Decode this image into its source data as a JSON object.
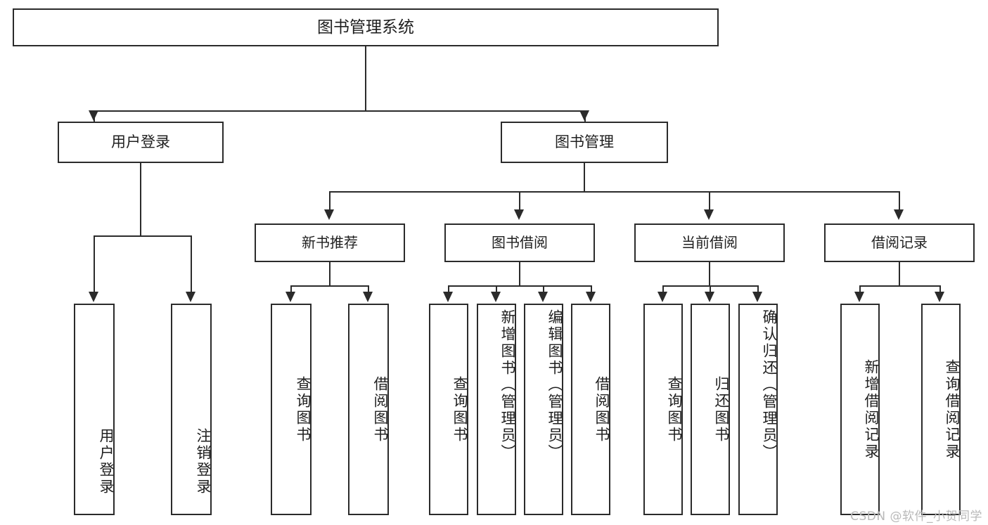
{
  "diagram": {
    "title": "图书管理系统",
    "type": "tree-hierarchy-diagram",
    "watermark": "CSDN @软件_小贺同学"
  },
  "root": {
    "label": "图书管理系统"
  },
  "level1": [
    {
      "label": "用户登录"
    },
    {
      "label": "图书管理"
    }
  ],
  "level2": [
    {
      "label": "新书推荐"
    },
    {
      "label": "图书借阅"
    },
    {
      "label": "当前借阅"
    },
    {
      "label": "借阅记录"
    }
  ],
  "leaves": {
    "user_login": [
      {
        "label": "用户登录"
      },
      {
        "label": "注销登录"
      }
    ],
    "new_book": [
      {
        "label": "查询图书"
      },
      {
        "label": "借阅图书"
      }
    ],
    "book_borrow": [
      {
        "label": "查询图书"
      },
      {
        "label": "新增图书（管理员）"
      },
      {
        "label": "编辑图书（管理员）"
      },
      {
        "label": "借阅图书"
      }
    ],
    "current_borrow": [
      {
        "label": "查询图书"
      },
      {
        "label": "归还图书"
      },
      {
        "label": "确认归还（管理员）"
      }
    ],
    "borrow_record": [
      {
        "label": "新增借阅记录"
      },
      {
        "label": "查询借阅记录"
      }
    ]
  },
  "colors": {
    "stroke": "#2b2b2b",
    "text": "#1f1f1f",
    "background": "#ffffff",
    "watermark": "#b9b9b9"
  }
}
